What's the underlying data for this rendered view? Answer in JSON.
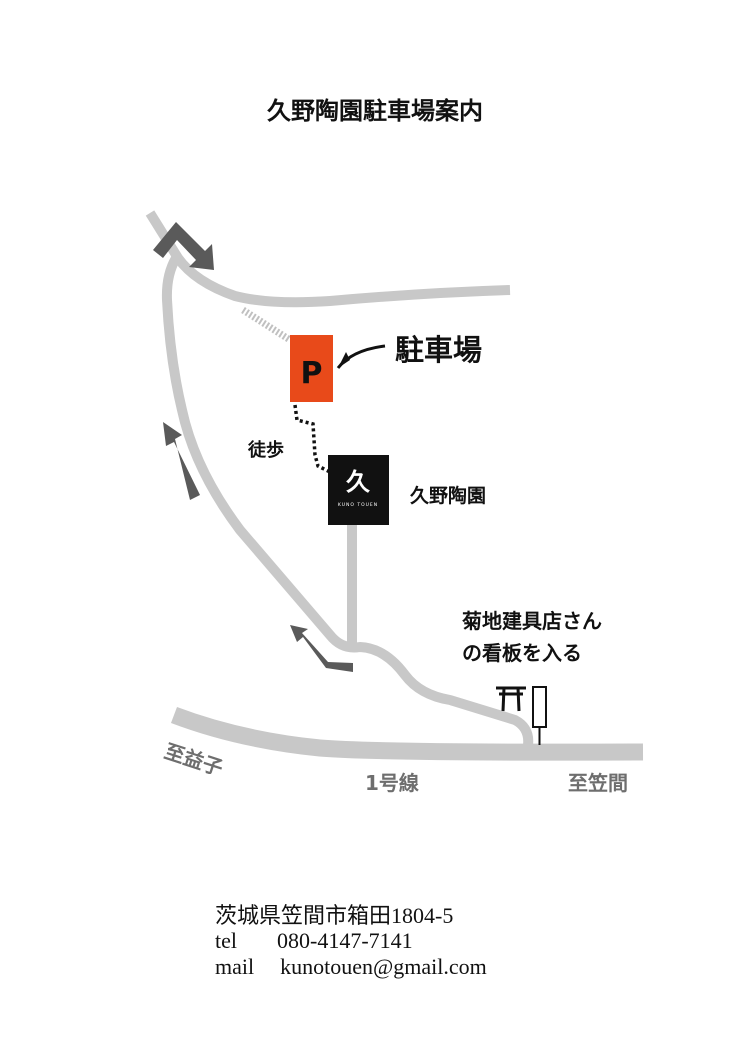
{
  "title": "久野陶園駐車場案内",
  "map": {
    "parking_letter": "P",
    "parking_label": "駐車場",
    "walk_label": "徒歩",
    "pottery_label": "久野陶園",
    "logo_text": "KUNO TOUEN",
    "landmark_line1": "菊地建具店さん",
    "landmark_line2": "の看板を入る",
    "to_mashiko": "至益子",
    "route_label": "1号線",
    "to_kasama": "至笠間"
  },
  "contact": {
    "address": "茨城県笠間市箱田1804-5",
    "tel_label": "tel",
    "tel": "080-4147-7141",
    "mail_label": "mail",
    "mail": "kunotouen@gmail.com"
  },
  "colors": {
    "road": "#c8c8c8",
    "arrow": "#5a5a5a",
    "parking": "#e84a1a",
    "logo_bg": "#111111"
  }
}
